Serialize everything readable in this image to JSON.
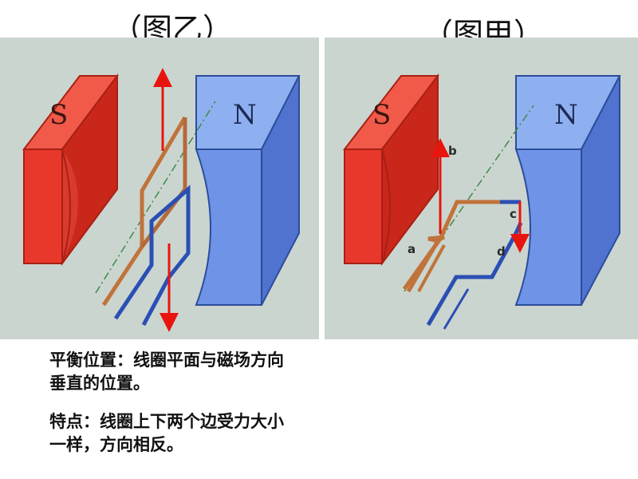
{
  "titles": {
    "left": "（图乙）",
    "right": "（图甲）"
  },
  "magnets": {
    "south_label": "S",
    "north_label": "N",
    "south_color": "#e8382b",
    "north_color": "#6f93e6"
  },
  "diagram_labels": {
    "a": "a",
    "b": "b",
    "c": "c",
    "d": "d"
  },
  "colors": {
    "coil_brown": "#c0733a",
    "coil_blue": "#2a4fb4",
    "force_arrow": "#e8150f",
    "panel_bg": "#cbd5cf"
  },
  "captions": {
    "line1": "平衡位置：线圈平面与磁场方向垂直的位置。",
    "line2": "特点：线圈上下两个边受力大小一样，方向相反。"
  }
}
